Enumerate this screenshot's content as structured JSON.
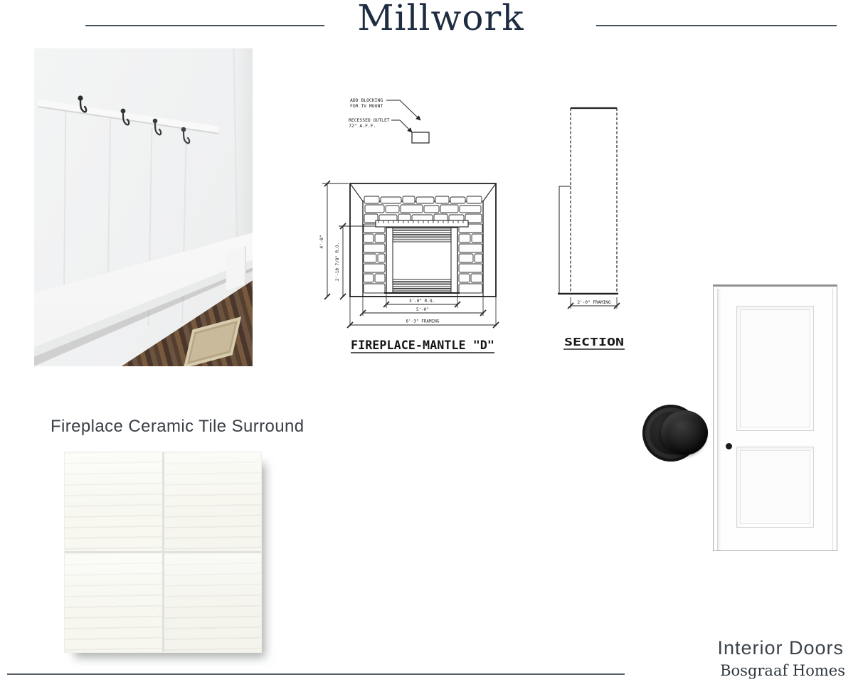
{
  "header": {
    "title": "Millwork"
  },
  "colors": {
    "title_navy": "#1e2c42",
    "rule_gray": "#47525c",
    "heading_gray": "#3a4047",
    "drawing_ink": "#222222",
    "knob_black": "#131313"
  },
  "images": {
    "mudroom": "mudroom-built-in-bench-with-four-black-coat-hooks",
    "tile_swatch": "white-ceramic-tile-2x2",
    "door_knob": "matte-black-round-door-knob",
    "interior_door": "white-two-panel-interior-door"
  },
  "fireplace_drawing": {
    "annotation1_line1": "ADD BLOCKING",
    "annotation1_line2": "FOR TV MOUNT",
    "annotation2_line1": "RECESSED OUTLET",
    "annotation2_line2": "72\" A.F.F.",
    "dim_height_overall": "4'-8\"",
    "dim_height_ro": "2'-10 7/8\" R.O.",
    "dim_width_ro": "3'-0\" R.O.",
    "dim_width_mantle": "5'-0\"",
    "dim_width_framing": "6'-3\" FRAMING",
    "label": "FIREPLACE-MANTLE \"D\""
  },
  "section_drawing": {
    "dim_depth": "2'-0\" FRAMING",
    "label": "SECTION"
  },
  "tile": {
    "heading": "Fireplace Ceramic Tile Surround"
  },
  "doors": {
    "heading": "Interior Doors",
    "brand": "Bosgraaf Homes"
  }
}
